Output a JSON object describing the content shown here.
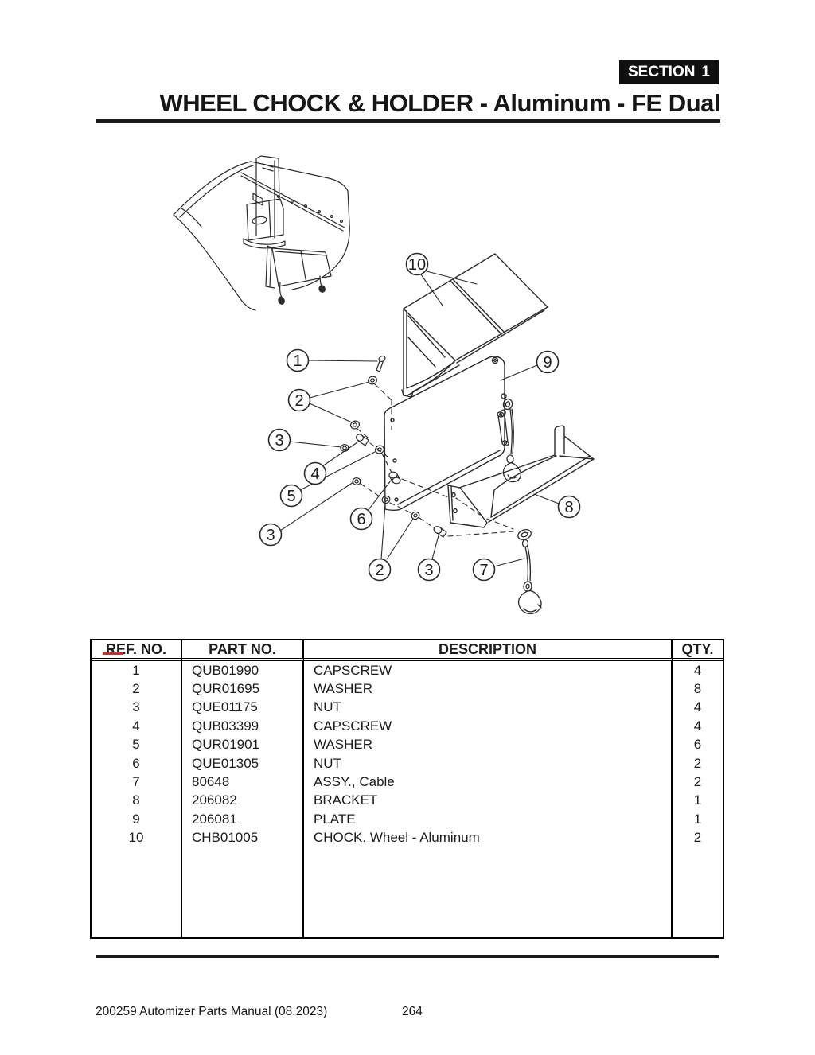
{
  "page": {
    "section_badge": {
      "label": "SECTION",
      "number": "1"
    },
    "title": "WHEEL CHOCK & HOLDER - Aluminum - FE Dual",
    "footer": {
      "left": "200259 Automizer Parts Manual (08.2023)",
      "page_number": "264"
    }
  },
  "diagram": {
    "callouts": {
      "c1": "1",
      "c2a": "2",
      "c3a": "3",
      "c4": "4",
      "c5": "5",
      "c3b": "3",
      "c6": "6",
      "c2b": "2",
      "c3c": "3",
      "c7": "7",
      "c8": "8",
      "c9": "9",
      "c10": "10"
    }
  },
  "table": {
    "headers": {
      "ref": "REF. NO.",
      "part": "PART NO.",
      "desc": "DESCRIPTION",
      "qty": "QTY."
    },
    "rows": [
      {
        "ref": "1",
        "part": "QUB01990",
        "desc": "CAPSCREW",
        "qty": "4"
      },
      {
        "ref": "2",
        "part": "QUR01695",
        "desc": "WASHER",
        "qty": "8"
      },
      {
        "ref": "3",
        "part": "QUE01175",
        "desc": "NUT",
        "qty": "4"
      },
      {
        "ref": "4",
        "part": "QUB03399",
        "desc": "CAPSCREW",
        "qty": "4"
      },
      {
        "ref": "5",
        "part": "QUR01901",
        "desc": "WASHER",
        "qty": "6"
      },
      {
        "ref": "6",
        "part": "QUE01305",
        "desc": "NUT",
        "qty": "2"
      },
      {
        "ref": "7",
        "part": "80648",
        "desc": "ASSY., Cable",
        "qty": "2"
      },
      {
        "ref": "8",
        "part": "206082",
        "desc": "BRACKET",
        "qty": "1"
      },
      {
        "ref": "9",
        "part": "206081",
        "desc": "PLATE",
        "qty": "1"
      },
      {
        "ref": "10",
        "part": "CHB01005",
        "desc": "CHOCK. Wheel - Aluminum",
        "qty": "2"
      }
    ]
  }
}
